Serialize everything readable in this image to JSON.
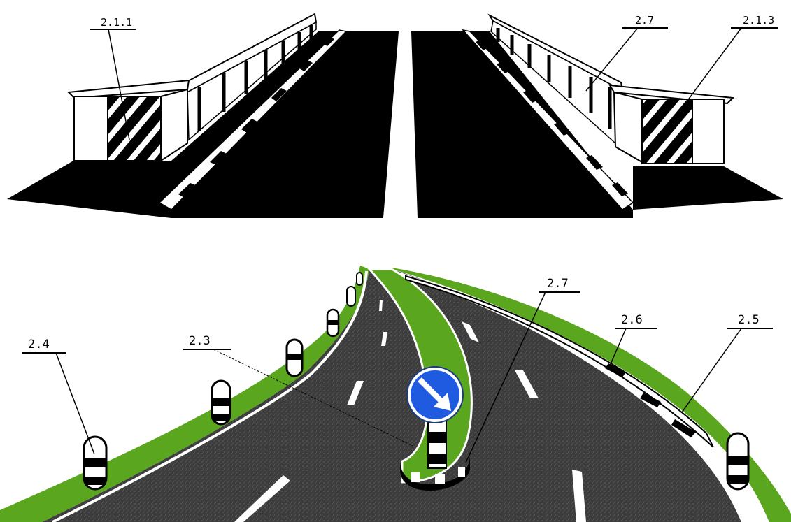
{
  "top_labels": {
    "left_box": "2.1.1",
    "right_rail": "2.7",
    "right_box": "2.1.3"
  },
  "bottom_labels": {
    "post": "2.4",
    "curb": "2.3",
    "island": "2.7",
    "barrier_top": "2.6",
    "barrier_side": "2.5"
  },
  "colors": {
    "asphalt": "#3a3a3a",
    "grass": "#5aa61e",
    "sign_blue": "#1e5be0",
    "ink": "#000000"
  },
  "sign_icon": "keep-right-arrow-icon"
}
